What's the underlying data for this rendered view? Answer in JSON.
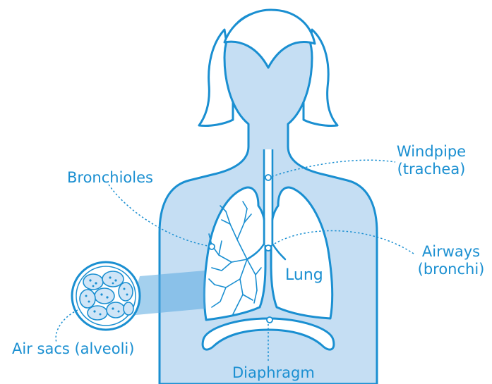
{
  "colors": {
    "outline": "#1a8fd1",
    "fill": "#c5def3",
    "lung": "#ffffff",
    "label": "#1a8fd1"
  },
  "labels": {
    "windpipe": "Windpipe",
    "trachea": "(trachea)",
    "bronchioles": "Bronchioles",
    "airways": "Airways",
    "bronchi": "(bronchi)",
    "lung": "Lung",
    "air_sacs": "Air sacs (alveoli)",
    "diaphragm": "Diaphragm"
  },
  "icons": {
    "body": "female-torso-silhouette",
    "zoom": "alveoli-magnified-circle"
  }
}
